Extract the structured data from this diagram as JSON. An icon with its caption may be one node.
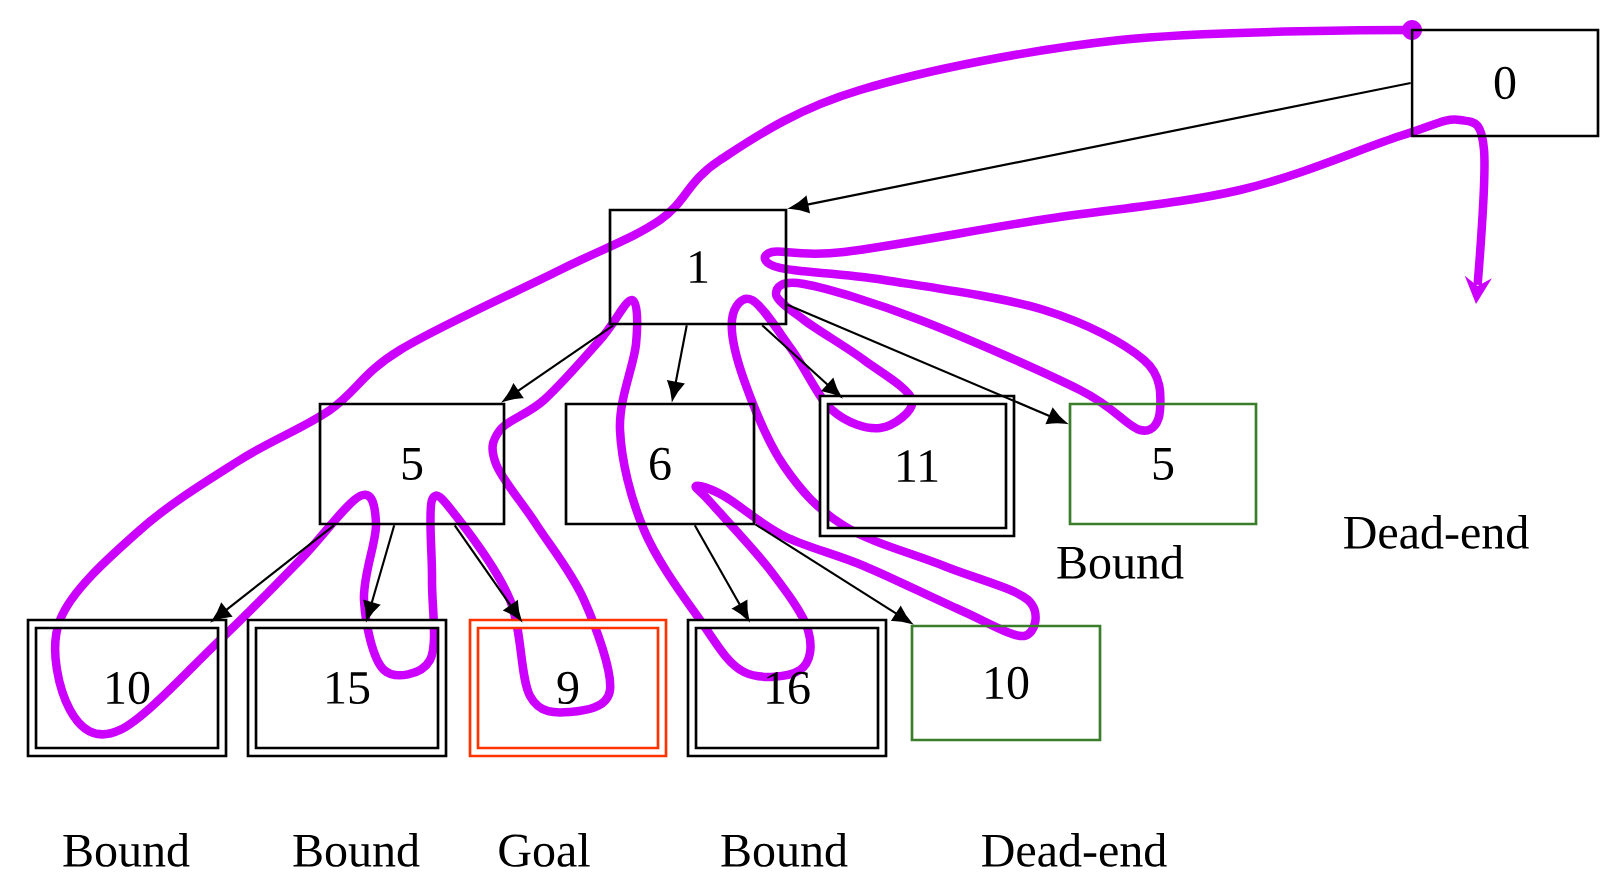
{
  "diagram": {
    "nodes": [
      {
        "text": [
          "0"
        ]
      },
      {
        "text": [
          "1"
        ]
      },
      {
        "text": [
          "5"
        ]
      },
      {
        "text": [
          "6"
        ]
      },
      {
        "text": [
          "11"
        ]
      },
      {
        "text": [
          "5"
        ]
      },
      {
        "text": [
          "10"
        ]
      },
      {
        "text": [
          "15"
        ]
      },
      {
        "text": [
          "9"
        ]
      },
      {
        "text": [
          "16"
        ]
      },
      {
        "text": [
          "10"
        ]
      }
    ],
    "edges": [
      {
        "from": 0,
        "to": 1,
        "arrow": "to"
      },
      {
        "from": 1,
        "to": 2,
        "arrow": "to"
      },
      {
        "from": 1,
        "to": 3,
        "arrow": "to"
      },
      {
        "from": 1,
        "to": 4,
        "arrow": "to"
      },
      {
        "from": 1,
        "to": 5,
        "arrow": "to"
      },
      {
        "from": 2,
        "to": 6,
        "arrow": "to"
      },
      {
        "from": 2,
        "to": 7,
        "arrow": "to"
      },
      {
        "from": 2,
        "to": 8,
        "arrow": "to"
      },
      {
        "from": 3,
        "to": 9,
        "arrow": "to"
      },
      {
        "from": 3,
        "to": 10,
        "arrow": "to"
      }
    ],
    "labels": [
      "Bound",
      "Dead-end",
      "Bound",
      "Bound",
      "Goal",
      "Bound",
      "Dead-end"
    ]
  }
}
